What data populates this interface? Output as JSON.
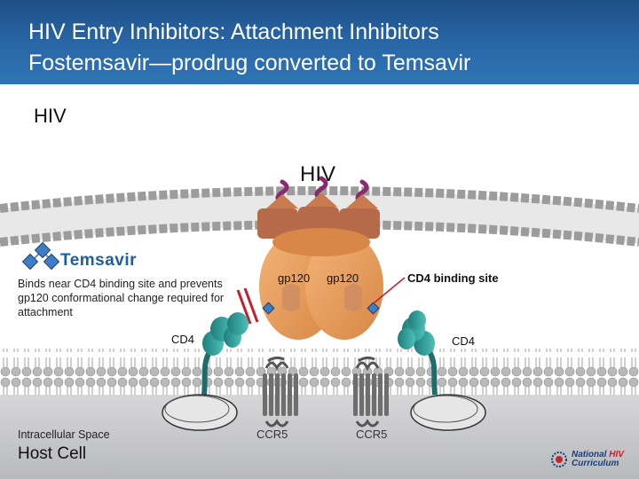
{
  "header": {
    "title_line1": "HIV Entry Inhibitors: Attachment Inhibitors",
    "title_line2": "Fostemsavir—prodrug converted to Temsavir"
  },
  "labels": {
    "hiv_top": "HIV",
    "hiv_virus": "HIV",
    "temsavir_title": "Temsavir",
    "temsavir_desc": "Binds near CD4 binding site and prevents gp120 conformational change required for attachment",
    "gp120_left": "gp120",
    "gp120_right": "gp120",
    "cd4_binding_site": "CD4 binding site",
    "cd4_left": "CD4",
    "cd4_right": "CD4",
    "ccr5_left": "CCR5",
    "ccr5_right": "CCR5",
    "intracellular": "Intracellular Space",
    "host_cell": "Host Cell"
  },
  "logo": {
    "line1_a": "National ",
    "line1_b": "HIV",
    "line2": "Curriculum"
  },
  "colors": {
    "header_blue": "#2a68a8",
    "gp120_orange": "#e49a5a",
    "gp41_brown": "#b56a4a",
    "glycan_purple": "#8a2a6e",
    "cd4_teal": "#2f9f9a",
    "ccr5_gray": "#6e6e6e",
    "temsavir_blue": "#3f7ec6",
    "block_red": "#c4202a"
  }
}
